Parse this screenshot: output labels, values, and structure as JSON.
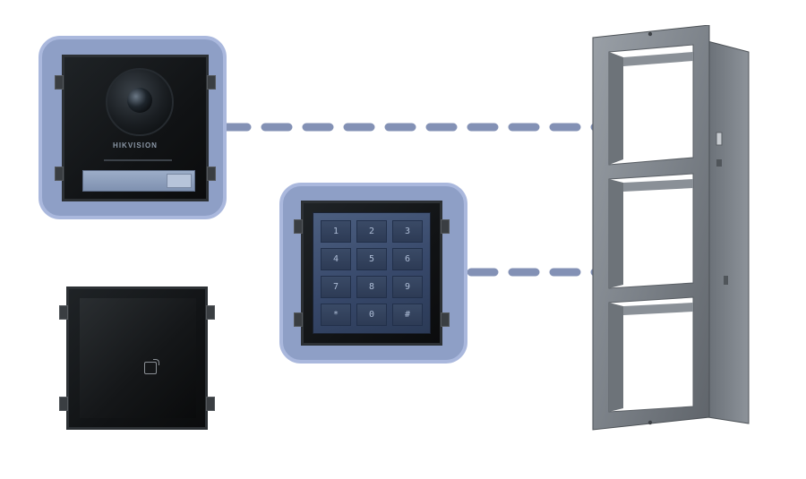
{
  "modules": {
    "camera": {
      "brand_text": "HIKVISION"
    },
    "keypad": {
      "keys": [
        "1",
        "2",
        "3",
        "4",
        "5",
        "6",
        "7",
        "8",
        "9",
        "*",
        "0",
        "#"
      ]
    },
    "card_reader": {}
  },
  "colors": {
    "highlight_tile": "#8e9fc6",
    "highlight_border": "#aab8dd",
    "connector_dash": "#8391b5",
    "frame_metal": "#8a8f96",
    "module_black": "#111315"
  },
  "icons": {
    "card_reader": "card-tap-icon",
    "camera_lens": "camera-lens-icon"
  }
}
